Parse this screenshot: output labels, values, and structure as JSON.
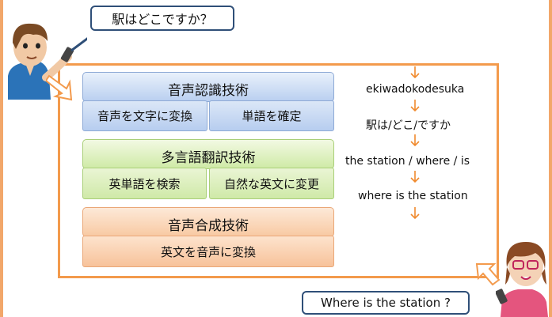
{
  "bubbles": {
    "question": "駅はどこですか？",
    "answer": "Where is the station ?"
  },
  "panels": {
    "speech_recognition": {
      "title": "音声認識技術",
      "cells": [
        "音声を文字に変換",
        "単語を確定"
      ]
    },
    "translation": {
      "title": "多言語翻訳技術",
      "cells": [
        "英単語を検索",
        "自然な英文に変更"
      ]
    },
    "synthesis": {
      "title": "音声合成技術",
      "cells": [
        "英文を音声に変換"
      ]
    }
  },
  "flow": {
    "steps": [
      "ekiwadokodesuka",
      "駅は/どこ/ですか",
      "the station / where / is",
      "where is the station"
    ]
  },
  "colors": {
    "frame": "#f39a4c",
    "arrow": "#f08a2e",
    "bubble_border": "#2f4f78"
  }
}
